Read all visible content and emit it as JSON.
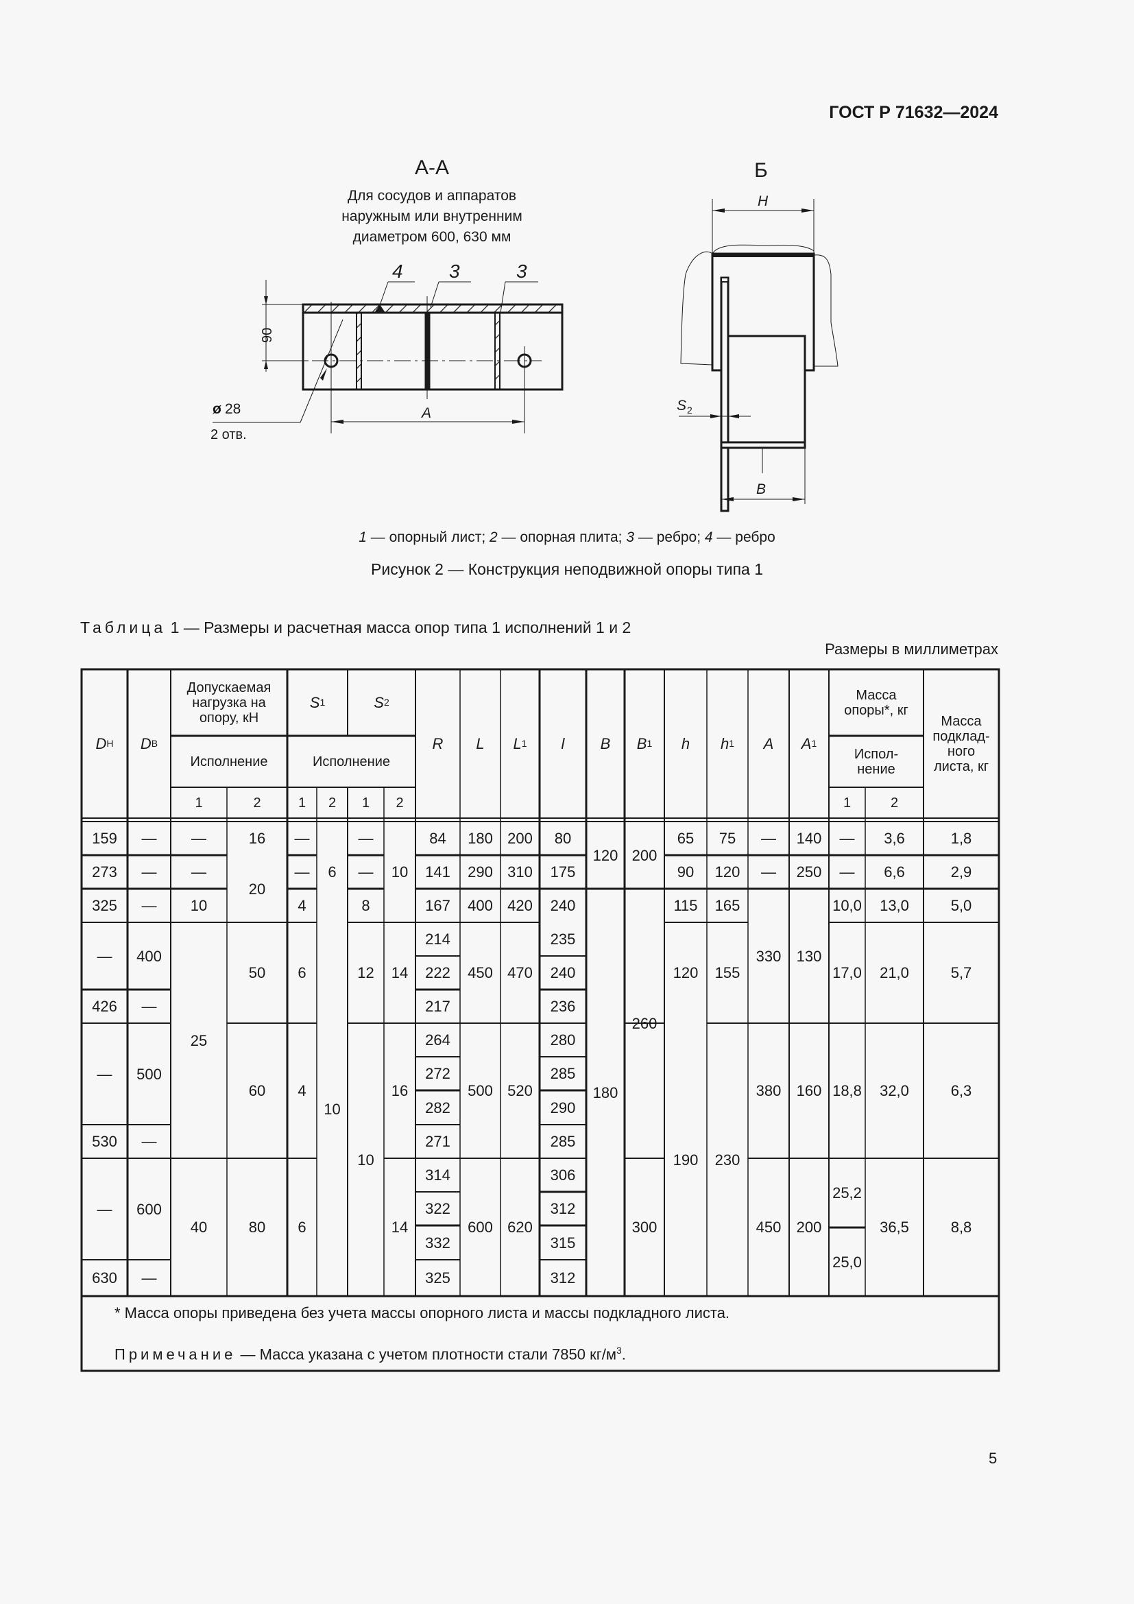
{
  "header": {
    "standard": "ГОСТ Р 71632—2024"
  },
  "figure": {
    "section_aa": {
      "title": "А-А",
      "subtitle_lines": [
        "Для сосудов и аппаратов",
        "наружным или внутренним",
        "диаметром 600, 630 мм"
      ],
      "callouts": [
        "4",
        "3",
        "3"
      ],
      "dim_height": "90",
      "dim_hole": "ø 28",
      "hole_count": "2 отв.",
      "dim_a": "A"
    },
    "view_b": {
      "title": "Б",
      "dim_h": "H",
      "dim_s2": "S",
      "dim_s2_sub": "2",
      "dim_b": "B"
    },
    "legend": [
      {
        "num": "1",
        "text": " — опорный лист; "
      },
      {
        "num": "2",
        "text": " — опорная плита; "
      },
      {
        "num": "3",
        "text": " — ребро; "
      },
      {
        "num": "4",
        "text": " — ребро"
      }
    ],
    "caption": "Рисунок 2 — Конструкция неподвижной опоры типа 1"
  },
  "table": {
    "label": "Таблица",
    "title": " 1 — Размеры и расчетная масса опор типа 1 исполнений 1 и 2",
    "units": "Размеры в миллиметрах",
    "headers": {
      "dn": "D",
      "dn_sub": "Н",
      "dv": "D",
      "dv_sub": "В",
      "load": "Допускаемая нагрузка на опору, кН",
      "s1": "S",
      "s1_sub": "1",
      "s2": "S",
      "s2_sub": "2",
      "execution": "Исполнение",
      "r": "R",
      "l_cap": "L",
      "l1": "L",
      "l1_sub": "1",
      "l_small": "l",
      "b": "B",
      "b1": "B",
      "b1_sub": "1",
      "h": "h",
      "h1": "h",
      "h1_sub": "1",
      "a": "A",
      "a1": "A",
      "a1_sub": "1",
      "mass": "Масса опоры*, кг",
      "mass_exec": "Испол-нение",
      "mass_plate": "Масса подклад-ного листа, кг",
      "one": "1",
      "two": "2"
    },
    "cells": {
      "dn": [
        "159",
        "273",
        "325",
        "—",
        "426",
        "—",
        "530",
        "—",
        "630"
      ],
      "dv": [
        "—",
        "—",
        "—",
        "400",
        "—",
        "500",
        "—",
        "600",
        "—"
      ],
      "load1": [
        "—",
        "—",
        "10",
        "25",
        "40"
      ],
      "load2": [
        "16",
        "20",
        "50",
        "60",
        "80"
      ],
      "s1_1": [
        "—",
        "—",
        "4",
        "6",
        "4",
        "6"
      ],
      "s1_2": [
        "6",
        "10"
      ],
      "s2_1": [
        "—",
        "—",
        "8",
        "12",
        "10"
      ],
      "s2_2": [
        "10",
        "14",
        "16",
        "14"
      ],
      "r": [
        "84",
        "141",
        "167",
        "214",
        "222",
        "217",
        "264",
        "272",
        "282",
        "271",
        "314",
        "322",
        "332",
        "325"
      ],
      "L": [
        "180",
        "290",
        "400",
        "450",
        "500",
        "600"
      ],
      "L1": [
        "200",
        "310",
        "420",
        "470",
        "520",
        "620"
      ],
      "l": [
        "80",
        "175",
        "240",
        "235",
        "240",
        "236",
        "280",
        "285",
        "290",
        "285",
        "306",
        "312",
        "315",
        "312"
      ],
      "B": [
        "120",
        "180"
      ],
      "B1": [
        "200",
        "260",
        "300"
      ],
      "h": [
        "65",
        "90",
        "115",
        "120",
        "190"
      ],
      "h1": [
        "75",
        "120",
        "165",
        "155",
        "230"
      ],
      "A": [
        "—",
        "—",
        "330",
        "380",
        "450"
      ],
      "A1": [
        "140",
        "250",
        "130",
        "160",
        "200"
      ],
      "m1": [
        "—",
        "—",
        "10,0",
        "17,0",
        "18,8",
        "25,2",
        "25,0"
      ],
      "m2": [
        "3,6",
        "6,6",
        "13,0",
        "21,0",
        "32,0",
        "36,5"
      ],
      "mp": [
        "1,8",
        "2,9",
        "5,0",
        "5,7",
        "6,3",
        "8,8"
      ]
    },
    "footnote": "*  Масса опоры приведена без учета массы опорного листа и массы подкладного листа.",
    "note_label": "Примечание",
    "note_text": " — Масса указана с учетом плотности стали 7850 кг/м",
    "note_sup": "3",
    "note_end": "."
  },
  "page": {
    "number": "5"
  }
}
